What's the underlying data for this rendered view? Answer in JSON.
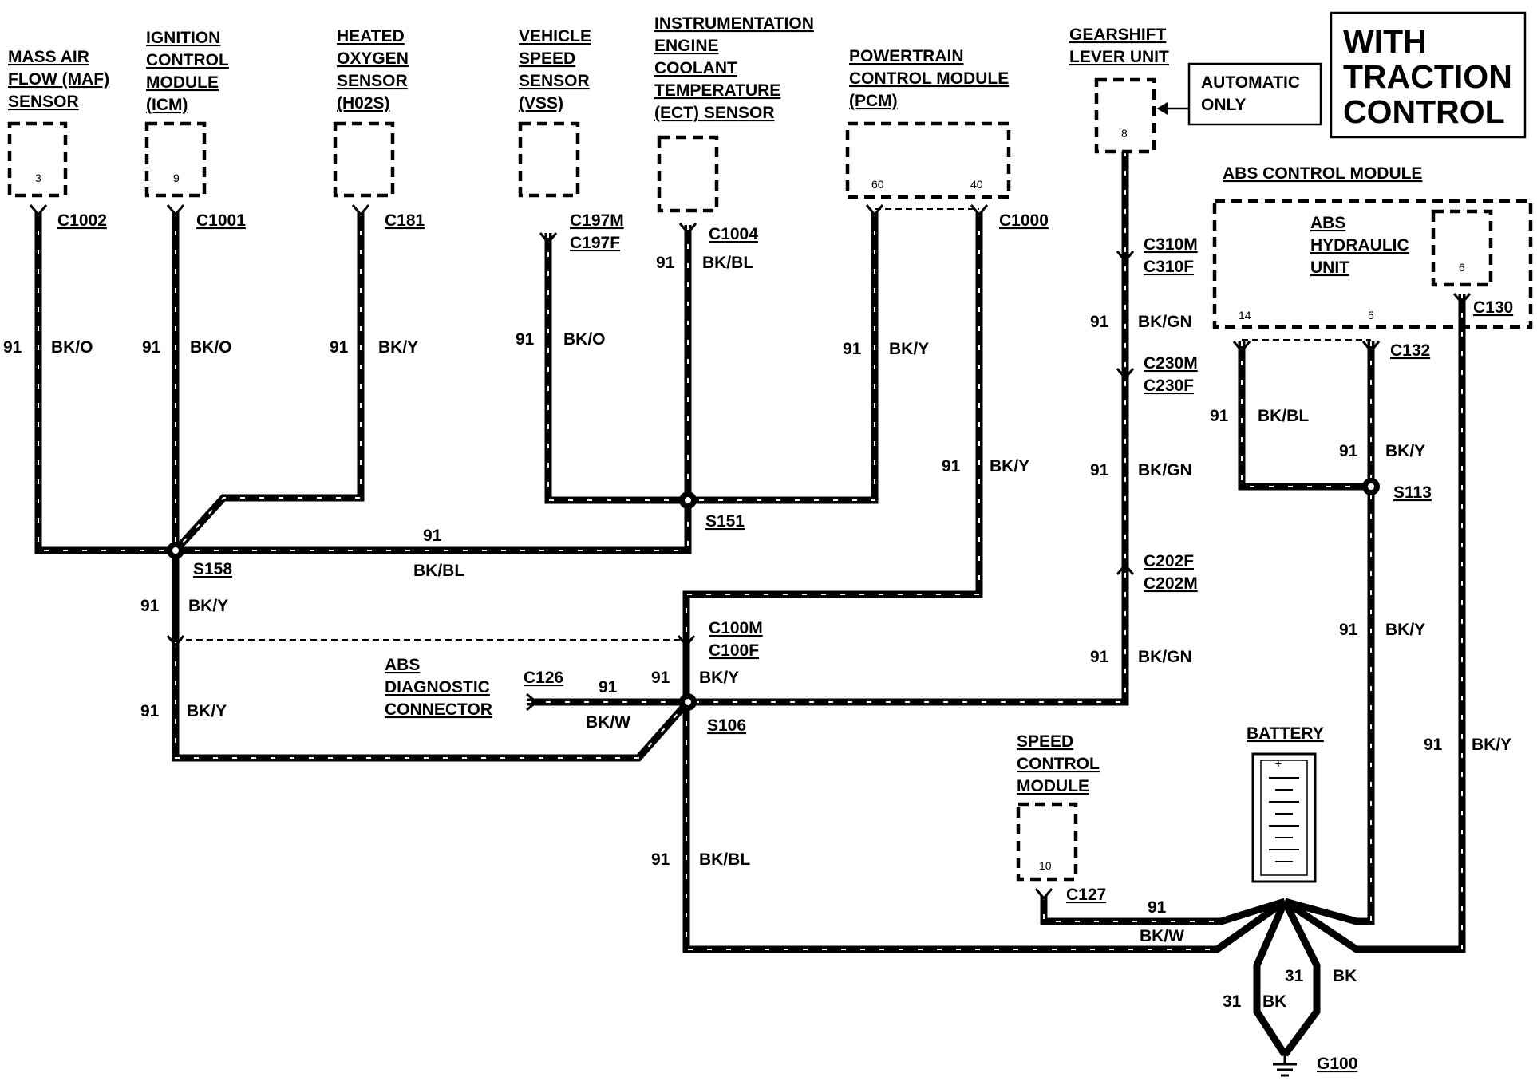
{
  "title_box": {
    "line1": "WITH",
    "line2": "TRACTION",
    "line3": "CONTROL"
  },
  "note_box": {
    "line1": "AUTOMATIC",
    "line2": "ONLY"
  },
  "components": {
    "maf": {
      "lines": [
        "MASS AIR",
        "FLOW (MAF)",
        "SENSOR"
      ],
      "pin": "3",
      "connector": "C1002",
      "circuit": "91",
      "color": "BK/O"
    },
    "icm": {
      "lines": [
        "IGNITION",
        "CONTROL",
        "MODULE",
        "(ICM)"
      ],
      "pin": "9",
      "connector": "C1001",
      "circuit": "91",
      "color": "BK/O"
    },
    "ho2s": {
      "lines": [
        "HEATED",
        "OXYGEN",
        "SENSOR",
        "(H02S)"
      ],
      "connector": "C181",
      "circuit": "91",
      "color": "BK/Y"
    },
    "vss": {
      "lines": [
        "VEHICLE",
        "SPEED",
        "SENSOR",
        "(VSS)"
      ],
      "connector_m": "C197M",
      "connector_f": "C197F",
      "circuit": "91",
      "color": "BK/O"
    },
    "ect": {
      "lines": [
        "INSTRUMENTATION",
        "ENGINE",
        "COOLANT",
        "TEMPERATURE",
        "(ECT) SENSOR"
      ],
      "connector": "C1004",
      "circuit": "91",
      "color": "BK/BL"
    },
    "pcm": {
      "lines": [
        "POWERTRAIN",
        "CONTROL MODULE",
        "(PCM)"
      ],
      "pin_a": "60",
      "pin_b": "40",
      "connector": "C1000",
      "circuit_a": "91",
      "color_a": "BK/Y",
      "circuit_b": "91",
      "color_b": "BK/Y"
    },
    "gearshift": {
      "lines": [
        "GEARSHIFT",
        "LEVER UNIT"
      ],
      "pin": "8",
      "conn1_m": "C310M",
      "conn1_f": "C310F",
      "circuit1": "91",
      "color1": "BK/GN",
      "conn2_m": "C230M",
      "conn2_f": "C230F",
      "circuit2": "91",
      "color2": "BK/GN",
      "conn3_f": "C202F",
      "conn3_m": "C202M",
      "circuit3": "91",
      "color3": "BK/GN"
    },
    "abs_module": {
      "title": "ABS CONTROL MODULE",
      "unit_lines": [
        "ABS",
        "HYDRAULIC",
        "UNIT"
      ],
      "pin_unit": "6",
      "pin_14": "14",
      "pin_5": "5",
      "connector_unit": "C130",
      "connector": "C132",
      "circuit_14": "91",
      "color_14": "BK/BL",
      "circuit_5": "91",
      "color_5": "BK/Y",
      "splice": "S113",
      "circuit_s113": "91",
      "color_s113": "BK/Y",
      "circuit_unit": "91",
      "color_unit": "BK/Y"
    },
    "abs_diag": {
      "lines": [
        "ABS",
        "DIAGNOSTIC",
        "CONNECTOR"
      ],
      "connector": "C126",
      "circuit": "91",
      "color": "BK/W"
    },
    "speed_control": {
      "lines": [
        "SPEED",
        "CONTROL",
        "MODULE"
      ],
      "pin": "10",
      "connector": "C127",
      "circuit": "91",
      "color": "BK/W"
    },
    "battery": {
      "label": "BATTERY",
      "plus": "+"
    },
    "ground": {
      "label": "G100",
      "circuit_left": "31",
      "color_left": "BK",
      "circuit_right": "31",
      "color_right": "BK"
    }
  },
  "splices": {
    "s158": {
      "label": "S158",
      "circuit_right": "91",
      "color_right": "BK/BL",
      "circuit_down": "91",
      "color_down": "BK/Y"
    },
    "s151": {
      "label": "S151"
    },
    "s106": {
      "label": "S106",
      "circuit_down": "91",
      "color_down": "BK/BL"
    }
  },
  "inline": {
    "c100": {
      "m": "C100M",
      "f": "C100F",
      "circuit": "91",
      "color": "BK/Y",
      "left_circuit": "91",
      "left_color": "BK/Y"
    }
  }
}
